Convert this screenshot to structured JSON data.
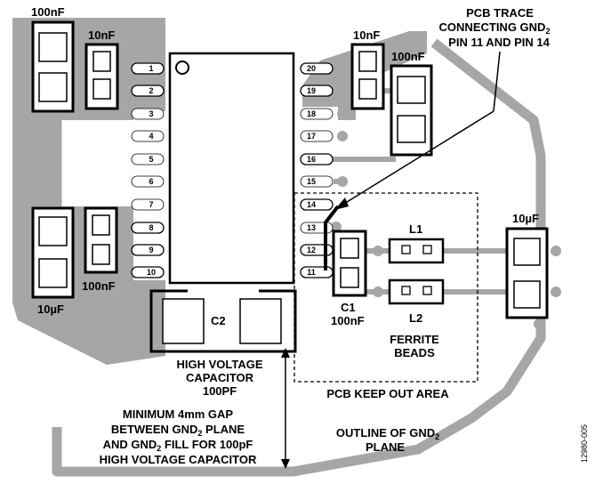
{
  "colors": {
    "copper": "#a6a6a6",
    "outline": "#000000",
    "background": "#ffffff"
  },
  "pins_left": [
    "1",
    "2",
    "3",
    "4",
    "5",
    "6",
    "7",
    "8",
    "9",
    "10"
  ],
  "pins_right": [
    "20",
    "19",
    "18",
    "17",
    "16",
    "15",
    "14",
    "13",
    "12",
    "11"
  ],
  "components": {
    "top_left_large_cap": "100nF",
    "top_left_small_cap": "10nF",
    "top_right_small_cap": "10nF",
    "top_right_large_cap": "100nF",
    "bottom_left_large_cap": "10µF",
    "bottom_left_small_cap": "100nF",
    "right_cap": "10µF",
    "c2": "C2",
    "c1": "C1",
    "c1_value": "100nF",
    "l1": "L1",
    "l2": "L2"
  },
  "annotations": {
    "trace_line1": "PCB TRACE",
    "trace_line2": "CONNECTING GND",
    "trace_line2_sub": "2",
    "trace_line3": "PIN 11 AND PIN 14",
    "hv_line1": "HIGH VOLTAGE",
    "hv_line2": "CAPACITOR",
    "hv_line3": "100PF",
    "ferrite_line1": "FERRITE",
    "ferrite_line2": "BEADS",
    "keepout": "PCB KEEP OUT AREA",
    "gap_line1": "MINIMUM 4mm GAP",
    "gap_line2a": "BETWEEN  GND",
    "gap_line2_sub": "2",
    "gap_line2b": " PLANE",
    "gap_line3a": "AND GND",
    "gap_line3_sub": "2",
    "gap_line3b": " FILL FOR 100pF",
    "gap_line4": "HIGH VOLTAGE CAPACITOR",
    "outline_line1a": "OUTLINE OF GND",
    "outline_line1_sub": "2",
    "outline_line2": "PLANE"
  },
  "figure_id": "12980-005"
}
